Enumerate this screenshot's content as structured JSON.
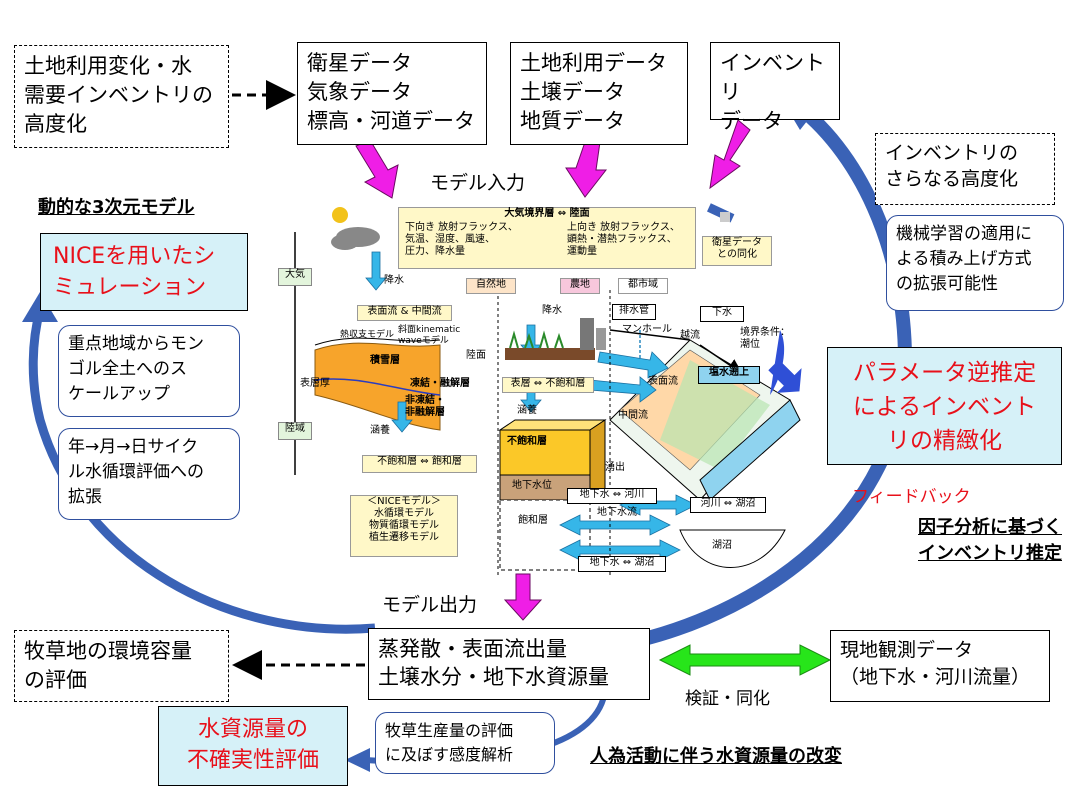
{
  "boxes": {
    "land_use_change": "土地利用変化・水\n需要インベントリの\n高度化",
    "satellite": "衛星データ\n気象データ\n標高・河道データ",
    "land_use_data": "土地利用データ\n土壌データ\n地質データ",
    "inventory": "インベントリ\nデータ",
    "inventory_advance": "インベントリの\nさらなる高度化",
    "ml_scale": "機械学習の適用に\nよる積み上げ方式\nの拡張可能性",
    "nice_sim": "NICEを用いたシ\nミュレーション",
    "mongolia": "重点地域からモン\nゴル全土へのス\nケールアップ",
    "cycle": "年→月→日サイク\nル水循環評価への\n拡張",
    "param": "パラメータ逆推定\nによるインベント\nリの精緻化",
    "pasture_env": "牧草地の環境容量\nの評価",
    "output": "蒸発散・表面流出量\n土壌水分・地下水資源量",
    "field_obs": "現地観測データ\n（地下水・河川流量）",
    "uncertainty": "水資源量の\n不確実性評価",
    "sensitivity": "牧草生産量の評価\nに及ぼす感度解析"
  },
  "labels": {
    "model_input": "モデル入力",
    "model_output": "モデル出力",
    "dynamic_3d": "動的な3次元モデル",
    "feedback": "フィードバック",
    "factor": "因子分析に基づく\nインベントリ推定",
    "verify": "検証・同化",
    "human": "人為活動に伴う水資源量の改変"
  },
  "diagram": {
    "atm_boundary": "大気境界層 ⇔ 陸面",
    "down_flux": "下向き 放射フラックス、\n気温、湿度、風速、\n圧力、降水量",
    "up_flux": "上向き 放射フラックス、\n顕熱・潜熱フラックス、\n運動量",
    "sat_sync": "衛星データ\nとの同化",
    "atmosphere": "大気",
    "land": "陸域",
    "precip": "降水",
    "precip2": "降水",
    "surface_mid": "表面流 & 中間流",
    "heat_model": "熱収支モデル",
    "slope_model": "斜面kinematic\nwaveモデル",
    "snow": "積雪層",
    "freeze": "凍結・融解層",
    "nonfreeze": "非凍結・\n非融解層",
    "surface_layer": "表層厚",
    "infiltration": "涵養",
    "infiltration2": "涵養",
    "unsat_sat": "不飽和層 ⇔ 飽和層",
    "nice_model": "＜NICEモデル＞\n水循環モデル\n物質循環モデル\n植生遷移モデル",
    "natural": "自然地",
    "farm": "農地",
    "urban": "都市域",
    "drain": "排水管",
    "manhole": "マンホール",
    "sewer": "下水",
    "overflow": "越流",
    "boundary": "境界条件：\n潮位",
    "landsurface": "陸面",
    "surf_unsat": "表層 ⇔ 不飽和層",
    "surface_flow": "表面流",
    "salt": "塩水遡上",
    "mid_flow": "中間流",
    "unsat_layer": "不飽和層",
    "gw_level": "地下水位",
    "sat_layer": "飽和層",
    "gw_river": "地下水 ⇔ 河川",
    "gw_flow": "地下水流",
    "river_lake": "河川 ⇔ 湖沼",
    "lake": "湖沼",
    "gw_lake": "地下水 ⇔ 湖沼",
    "outflow": "湧出"
  }
}
